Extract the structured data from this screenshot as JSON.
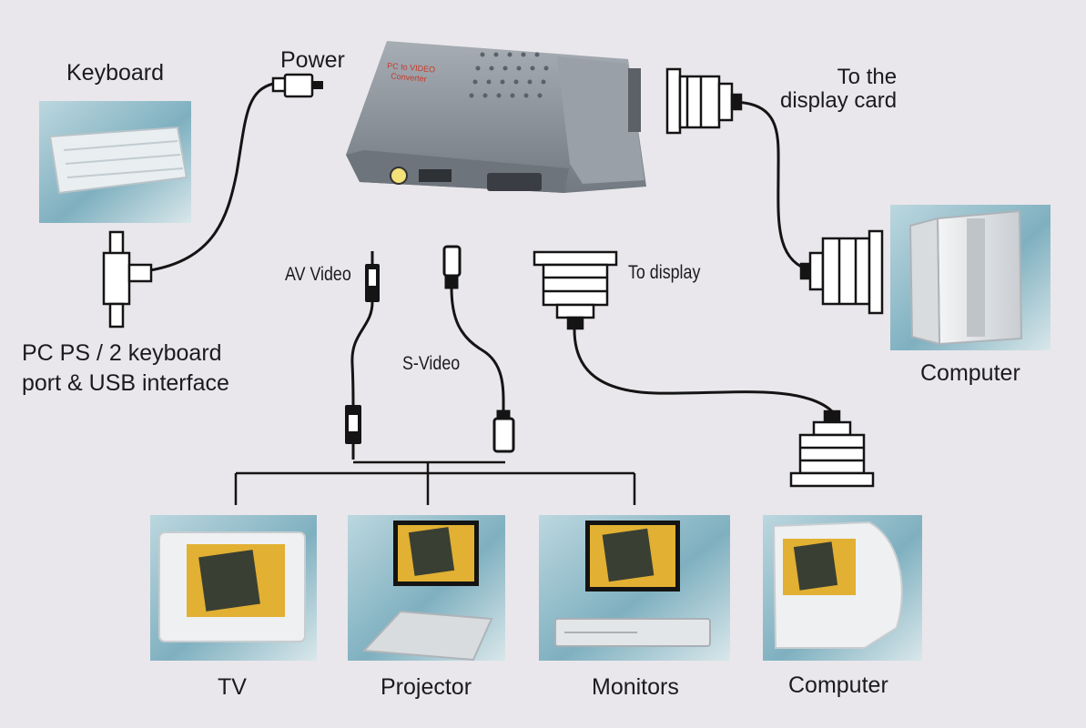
{
  "labels": {
    "keyboard": "Keyboard",
    "power": "Power",
    "to_display_card": "To the\ndisplay card",
    "computer_right": "Computer",
    "ps2_port": "PC PS / 2 keyboard\nport & USB interface",
    "av_video": "AV Video",
    "s_video": "S-Video",
    "to_display": "To display",
    "tv": "TV",
    "projector": "Projector",
    "monitors": "Monitors",
    "computer_bottom": "Computer"
  },
  "converter_badge": "PC to VIDEO\nConverter",
  "colors": {
    "background": "#e9e7eb",
    "cable": "#141414",
    "device_body": "#8e949c",
    "photo_frame": "#8fb8c6",
    "screen_yellow": "#e2b032"
  }
}
